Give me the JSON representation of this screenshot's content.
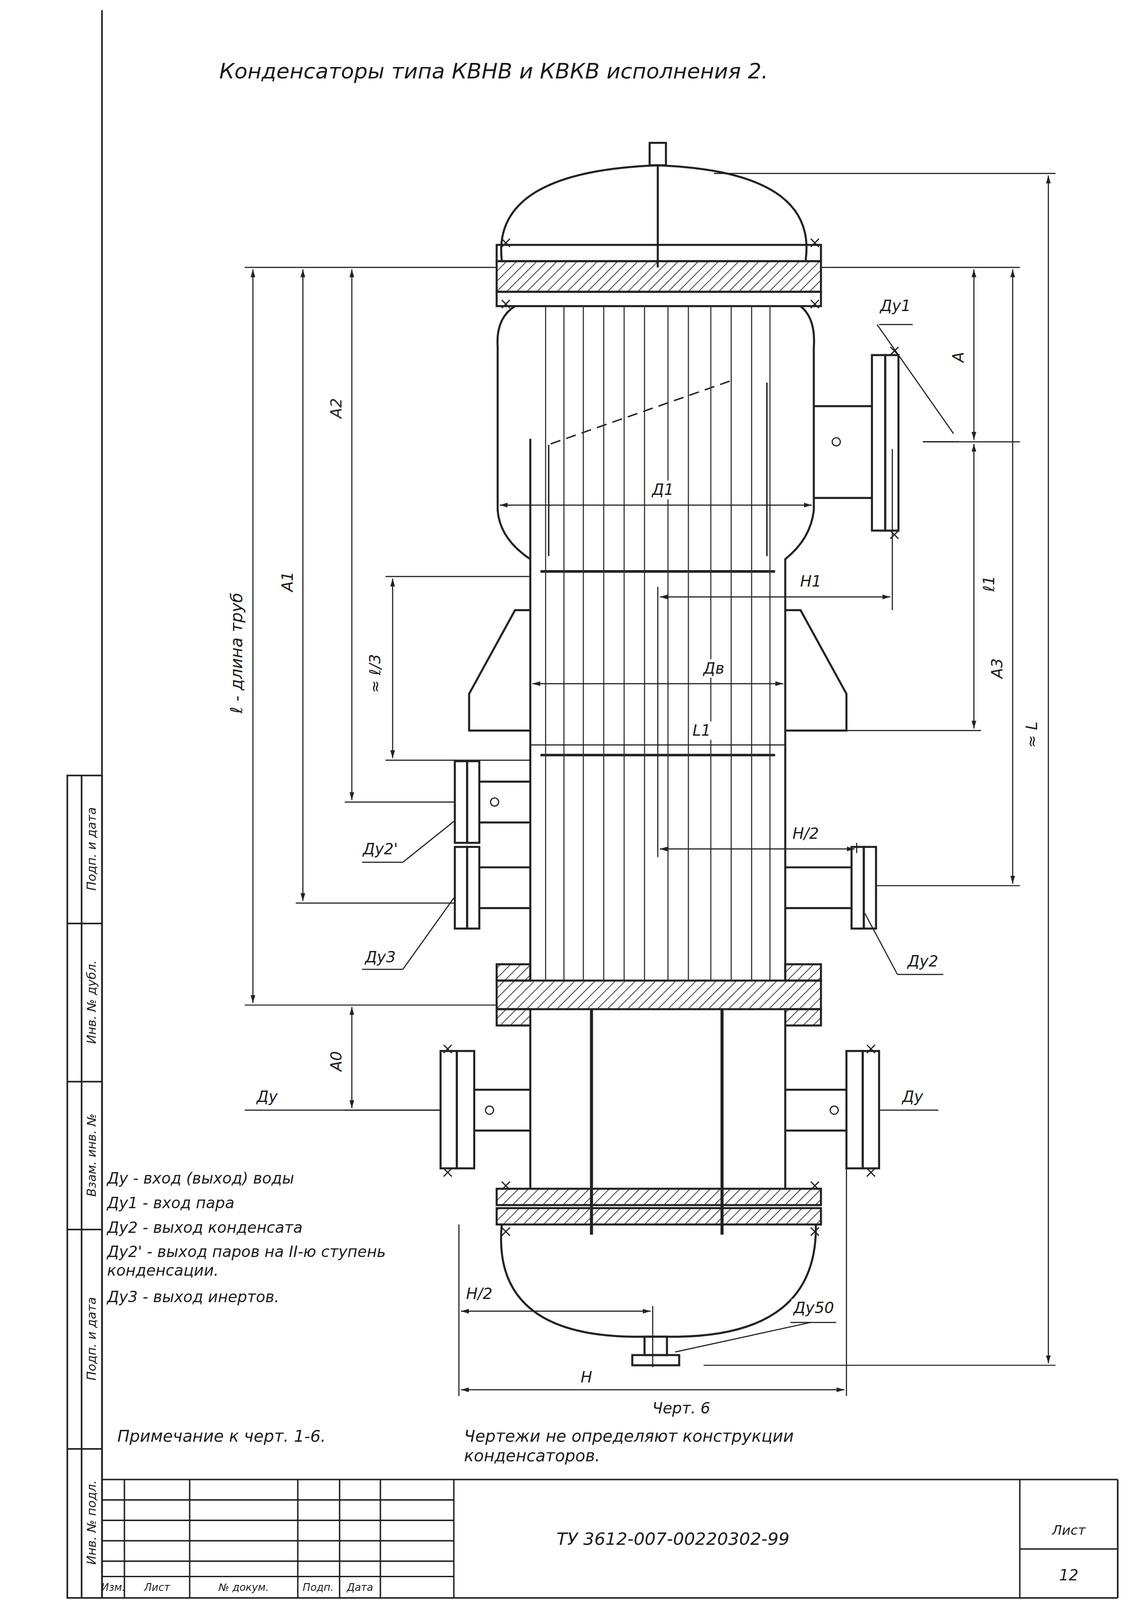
{
  "diagram": {
    "title": "Конденсаторы типа КВНВ и КВКВ исполнения 2.",
    "caption": "Черт. 6",
    "labels": [
      "Ду1",
      "A",
      "Д1",
      "Н1",
      "ℓ1",
      "A3",
      "≈ L",
      "Дв",
      "L1",
      "A2",
      "A1",
      "ℓ - длина труб",
      "≈ ℓ/3",
      "Ду2'",
      "Н/2",
      "Ду3",
      "Ду2",
      "A0",
      "Ду",
      "Ду",
      "Ду - вход (выход) воды",
      "Ду1 - вход пара",
      "Ду2 - выход конденсата",
      "Ду2' - выход паров на II-ю ступень конденсации.",
      "Ду3 - выход инертов.",
      "Н/2",
      "Ду50",
      "Н",
      "Примечание к черт. 1-6.",
      "Чертежи не определяют конструкции конденсаторов.",
      "Подп. и дата",
      "Инв. № дубл.",
      "Взам. инв. №",
      "Подп. и дата",
      "Инв. № подл.",
      "Изм.",
      "Лист",
      "№ докум.",
      "Подп.",
      "Дата",
      "ТУ 3612-007-00220302-99",
      "Лист",
      "12"
    ]
  }
}
